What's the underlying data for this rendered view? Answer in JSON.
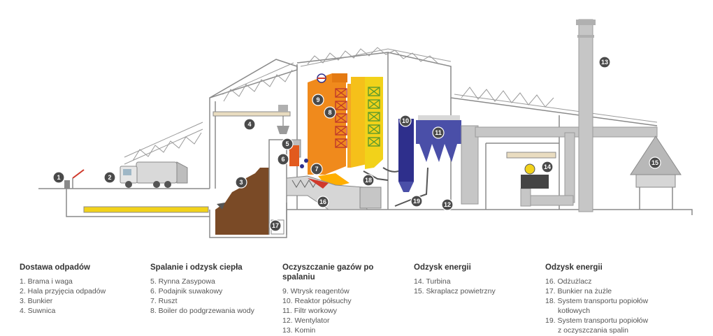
{
  "badges": [
    "1",
    "2",
    "3",
    "4",
    "5",
    "6",
    "7",
    "8",
    "9",
    "10",
    "11",
    "12",
    "13",
    "14",
    "15",
    "16",
    "17",
    "18",
    "19"
  ],
  "colors": {
    "frame": "#8a8a8a",
    "boiler_orange": "#f08a1c",
    "boiler_red": "#c0392b",
    "bunker_brown": "#7a4a26",
    "filter_blue": "#4a4fa8",
    "reactor_blue": "#2e2f8c",
    "pipe_gray": "#c6c6c6",
    "yellow": "#f2d21a",
    "green_grid": "#5c9a2c"
  },
  "legend": [
    {
      "title": "Dostawa odpadów",
      "items": [
        [
          "1. Brama i waga"
        ],
        [
          "2. Hala przyjęcia odpadów"
        ],
        [
          "3. Bunkier"
        ],
        [
          "4. Suwnica"
        ]
      ]
    },
    {
      "title": "Spalanie i odzysk ciepła",
      "items": [
        [
          "5. Rynna Zasypowa"
        ],
        [
          "6. Podajnik suwakowy"
        ],
        [
          "7. Ruszt"
        ],
        [
          "8. Boiler do podgrzewania wody"
        ]
      ]
    },
    {
      "title": "Oczyszczanie gazów po spalaniu",
      "items": [
        [
          "9. Wtrysk reagentów"
        ],
        [
          "10. Reaktor półsuchy"
        ],
        [
          "11. Filtr workowy"
        ],
        [
          "12. Wentylator"
        ],
        [
          "13. Komin"
        ]
      ]
    },
    {
      "title": "Odzysk energii",
      "items": [
        [
          "14. Turbina"
        ],
        [
          "15. Skraplacz powietrzny"
        ]
      ]
    },
    {
      "title": "Odzysk energii",
      "items": [
        [
          "16. Odżużlacz"
        ],
        [
          "17. Bunkier na żużle"
        ],
        [
          "18. System transportu popiołów",
          "kotłowych"
        ],
        [
          "19. System transportu popiołów",
          "z oczyszczania spalin"
        ]
      ]
    }
  ]
}
